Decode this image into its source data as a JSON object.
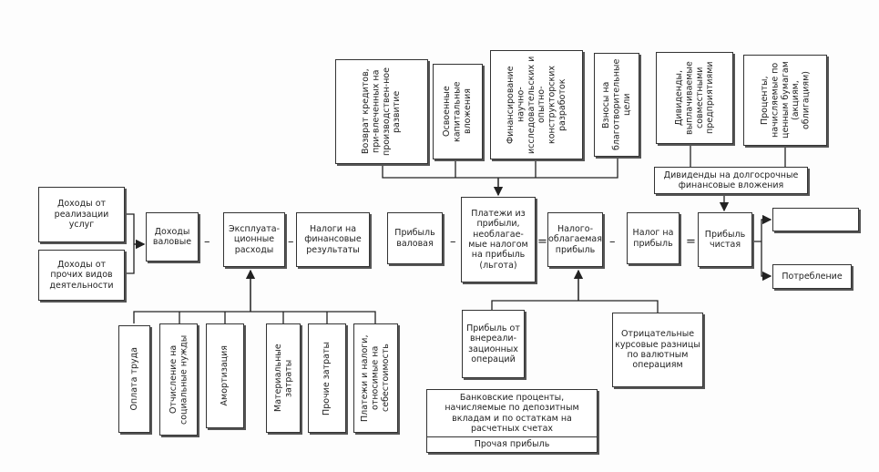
{
  "left": {
    "sales": "Доходы от реализации услуг",
    "other": "Доходы от прочих видов деятельности"
  },
  "main": {
    "gross_income": "Доходы валовые",
    "op_costs": "Эксплуата-ционные расходы",
    "taxes_fin": "Налоги на финансовые результаты",
    "gross_profit": "Прибыль валовая",
    "exempt": "Платежи из прибыли, необлагае-мые налогом на прибыль (льгота)",
    "taxable": "Налого-облагаемая прибыль",
    "profit_tax": "Налог на прибыль",
    "net_profit": "Прибыль чистая",
    "empty": "",
    "consumption": "Потребление"
  },
  "ops": {
    "minus": "–",
    "equals": "="
  },
  "top": {
    "loans": "Возврат кредитов, при-влеченных на производствен-ное развитие",
    "capex": "Освоенные капитальные вложения",
    "rnd": "Финансирование научно-исследовательских и опытно-конструкторских разработок",
    "charity": "Взносы на благотворительные цели",
    "jv_div": "Дивиденды, выплачиваемые совместными предприятиями",
    "securities": "Проценты, начисляемые по ценным бумагам (акциям, облигациям)",
    "lt_div": "Дивиденды на долгосрочные финансовые вложения"
  },
  "costs": [
    "Оплата труда",
    "Отчисление на социальные нужды",
    "Амортизация",
    "Материальные затраты",
    "Прочие затраты",
    "Платежи и налоги, относимые на себестоимость"
  ],
  "bottom": {
    "nonop": "Прибыль от внереали-зационных операций",
    "bank": "Банковские проценты, начисляемые по депозитным вкладам и по остаткам на расчетных счетах",
    "other_profit": "Прочая прибыль",
    "fx": "Отрицательные курсовые разницы по валютным операциям"
  }
}
